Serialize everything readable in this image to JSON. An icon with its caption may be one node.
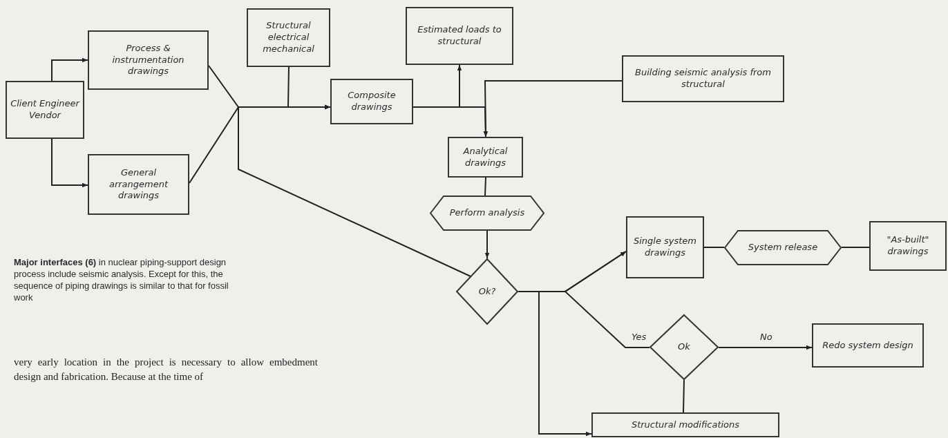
{
  "diagram": {
    "caption": "**Major interfaces (6)** in nuclear piping-support design process include seismic analysis. Except for this, the sequence of piping drawings is similar to that for fossil work",
    "nodes": [
      {
        "text": [
          "Client Engineer Vendor"
        ]
      },
      {
        "text": [
          "Process & instrumentation drawings"
        ]
      },
      {
        "text": [
          "General arrangement drawings"
        ]
      },
      {
        "text": [
          "Structural electrical mechanical"
        ]
      },
      {
        "text": [
          "Composite drawings"
        ]
      },
      {
        "text": [
          "Estimated loads to structural"
        ]
      },
      {
        "text": [
          "Building seismic analysis from structural"
        ]
      },
      {
        "text": [
          "Analytical drawings"
        ]
      },
      {
        "text": [
          "Perform analysis"
        ]
      },
      {
        "text": [
          "Ok?"
        ]
      },
      {
        "text": [
          "Single system drawings"
        ]
      },
      {
        "text": [
          "System release"
        ]
      },
      {
        "text": [
          "\"As-built\" drawings"
        ]
      },
      {
        "text": [
          "Ok"
        ]
      },
      {
        "text": [
          "Redo system design"
        ]
      },
      {
        "text": [
          "Structural modifications"
        ]
      }
    ],
    "edges": [
      {
        "from": 0,
        "to": 1,
        "arrow": "to"
      },
      {
        "from": 0,
        "to": 2,
        "arrow": "to"
      },
      {
        "from": 1,
        "to": 4,
        "arrow": "to"
      },
      {
        "from": 2,
        "to": 4,
        "arrow": "to"
      },
      {
        "from": 3,
        "to": 4,
        "arrow": "to"
      },
      {
        "from": 9,
        "to": 4,
        "arrow": "to"
      },
      {
        "from": 4,
        "to": 5,
        "arrow": "to"
      },
      {
        "from": 4,
        "to": 7,
        "arrow": "to"
      },
      {
        "from": 6,
        "to": 7,
        "arrow": "to"
      },
      {
        "from": 7,
        "to": 8,
        "arrow": "none"
      },
      {
        "from": 8,
        "to": 9,
        "arrow": "to"
      },
      {
        "from": 9,
        "to": 10,
        "arrow": "to"
      },
      {
        "from": 9,
        "to": 15,
        "arrow": "to"
      },
      {
        "from": 13,
        "to": 10,
        "arrow": "to",
        "label": "Yes"
      },
      {
        "from": 13,
        "to": 14,
        "arrow": "to",
        "label": "No"
      },
      {
        "from": 15,
        "to": 13,
        "arrow": "none"
      },
      {
        "from": 10,
        "to": 11,
        "arrow": "none"
      },
      {
        "from": 11,
        "to": 12,
        "arrow": "none"
      }
    ],
    "labels": [
      "very early location in the project is necessary to allow embedment design and fabrication. Because at the time of"
    ]
  }
}
